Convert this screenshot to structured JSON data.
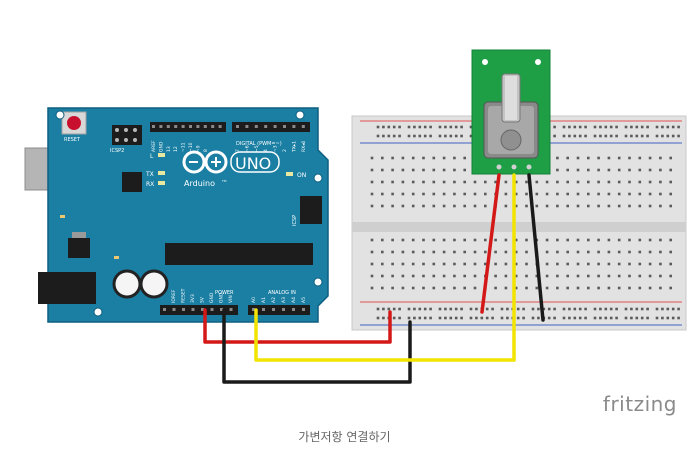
{
  "caption": "가변저항 연결하기",
  "watermark": "fritzing",
  "arduino": {
    "reset_label": "RESET",
    "icsp2_label": "ICSP2",
    "icsp_label": "ICSP",
    "digital_label": "DIGITAL (PWM=~)",
    "logo_text": "UNO",
    "brand": "Arduino",
    "tm": "TM",
    "led_l": "L",
    "led_tx": "TX",
    "led_rx": "RX",
    "led_on": "ON",
    "power_label": "POWER",
    "analog_label": "ANALOG IN",
    "aref_gnd_13": [
      "AREF",
      "GND",
      "13",
      "12",
      "~11",
      "~10",
      "~9",
      "8"
    ],
    "pins_7_0": [
      "7",
      "~6",
      "~5",
      "4",
      "~3",
      "2",
      "TX▸1",
      "RX◂0"
    ],
    "power_pins": [
      "IOREF",
      "RESET",
      "3V3",
      "5V",
      "GND",
      "GND",
      "VIN"
    ],
    "analog_pins": [
      "A0",
      "A1",
      "A2",
      "A3",
      "A4",
      "A5"
    ]
  },
  "colors": {
    "board": "#1a7fa3",
    "board_dark": "#0f6688",
    "wire_red": "#d41818",
    "wire_black": "#1a1a1a",
    "wire_yellow": "#f2e400",
    "pot_pcb": "#1e9e45",
    "breadboard": "#dcdcdc"
  }
}
